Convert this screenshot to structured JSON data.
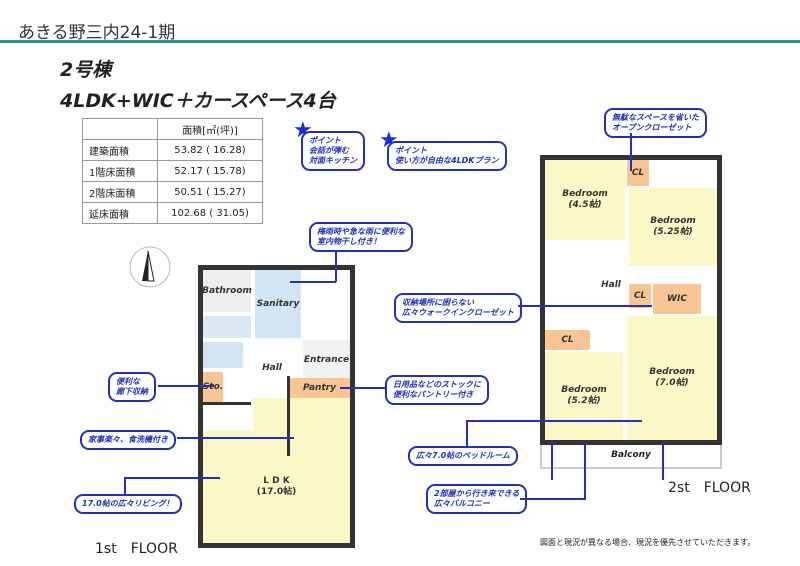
{
  "title": "あきる野三内24-1期",
  "building": "2号棟",
  "plan": "4LDK+WIC＋カースペース4台",
  "area_table": {
    "header": "面積[㎡(坪)]",
    "rows": [
      {
        "label": "建築面積",
        "value": "53.82 ( 16.28)"
      },
      {
        "label": "1階床面積",
        "value": "52.17 ( 15.78)"
      },
      {
        "label": "2階床面積",
        "value": "50.51 ( 15.27)"
      },
      {
        "label": "延床面積",
        "value": "102.68 ( 31.05)"
      }
    ]
  },
  "callouts": {
    "point1": "ポイント\n会話が弾む\n対面キッチン",
    "point2": "ポイント\n使い方が自由な4LDKプラン",
    "open_closet": "無駄なスペースを省いた\nオープンクローゼット",
    "drying": "梅雨時や急な雨に便利な\n室内物干し付き！",
    "wic": "収納場所に困らない\n広々ウォークインクローゼット",
    "pantry": "日用品などのストックに\n便利なパントリー付き",
    "hall_storage": "便利な\n廊下収納",
    "dishwasher": "家事楽々、食洗機付き",
    "living": "17.0帖の広々リビング！",
    "bedroom": "広々7.0帖のベッドルーム",
    "balcony": "2部屋から行き来できる\n広々バルコニー"
  },
  "floor1": {
    "label": "1st　FLOOR",
    "rooms": {
      "bathroom": "Bathroom",
      "sanitary": "Sanitary",
      "entrance": "Entrance",
      "hall": "Hall",
      "sto": "Sto.",
      "pantry": "Pantry",
      "ldk": "L D K\n(17.0帖)"
    }
  },
  "floor2": {
    "label": "2st　FLOOR",
    "rooms": {
      "bed1": "Bedroom\n(4.5帖)",
      "bed2": "Bedroom\n(5.25帖)",
      "bed3": "Bedroom\n(5.2帖)",
      "bed4": "Bedroom\n(7.0帖)",
      "cl": "CL",
      "wic": "WIC",
      "hall": "Hall",
      "balcony": "Balcony"
    }
  },
  "note": "図面と現況が異なる場合、現況を優先させていただきます。",
  "colors": {
    "accent": "#2a9a86",
    "callout": "#2231b8"
  }
}
